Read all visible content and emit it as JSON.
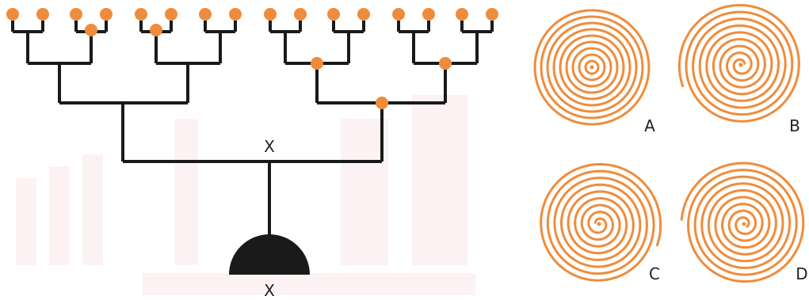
{
  "colors": {
    "branch": "#1a1a1a",
    "node": "#ef8c3c",
    "spiral": "#ef8c3c",
    "watermark": "#fbe7ea"
  },
  "tree": {
    "junction_label": "X",
    "base_label": "X"
  },
  "spirals": [
    {
      "label": "A"
    },
    {
      "label": "B"
    },
    {
      "label": "C"
    },
    {
      "label": "D"
    }
  ]
}
